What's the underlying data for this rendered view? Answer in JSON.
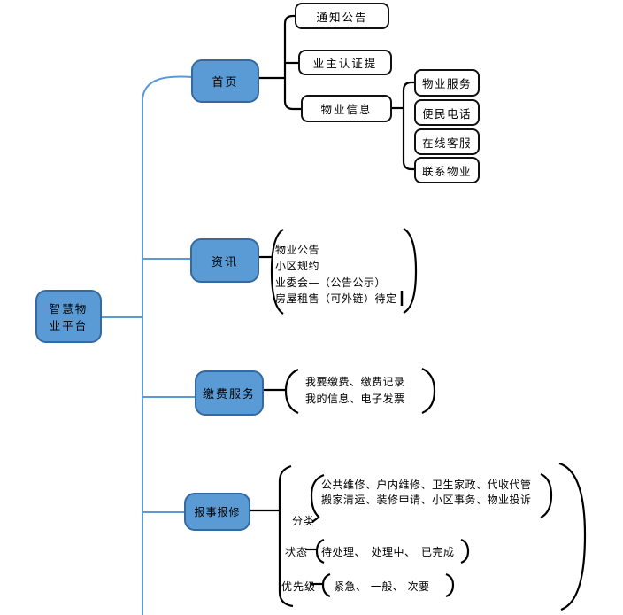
{
  "root_label": [
    "智慧物",
    "业平台"
  ],
  "branches": {
    "home": "首页",
    "news": "资讯",
    "payment": "缴费服务",
    "repair": "报事报修"
  },
  "home_children": [
    "通知公告",
    "业主认证提",
    "物业信息"
  ],
  "info_children": [
    "物业服务",
    "便民电话",
    "在线客服",
    "联系物业"
  ],
  "news_items": [
    "物业公告",
    "小区规约",
    "业委会—（公告公示）",
    "房屋租售（可外链）待定"
  ],
  "payment_items": [
    "我要缴费、缴费记录",
    "我的信息、电子发票"
  ],
  "repair_detail": {
    "category_label": "分类",
    "category_items": [
      "公共维修、户内维修、卫生家政、代收代管",
      "搬家清运、装修申请、小区事务、物业投诉"
    ],
    "status_label": "状态",
    "status_items": "待处理、　处理中、　已完成",
    "priority_label": "优先级",
    "priority_items": "紧急、 一般、 次要"
  },
  "colors": {
    "node_fill": "#5b9bd5",
    "node_border": "#35699f",
    "connector_blue": "#5b9bd5",
    "connector_black": "#000000"
  }
}
